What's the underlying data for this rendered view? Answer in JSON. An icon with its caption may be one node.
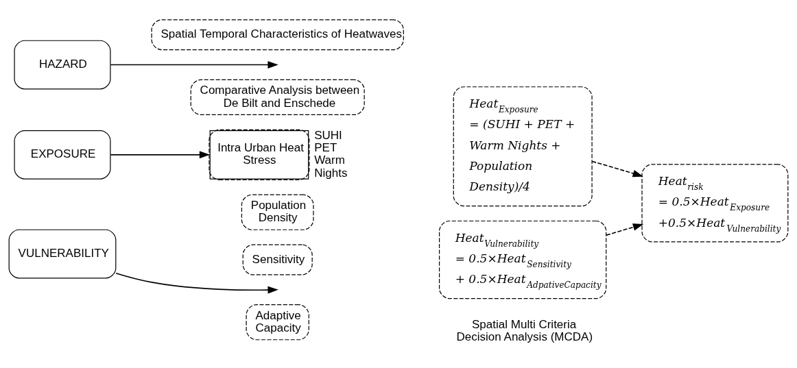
{
  "diagram": {
    "nodes": [
      {
        "text": [
          "HAZARD"
        ]
      },
      {
        "text": [
          "Spatial Temporal Characteristics of Heatwaves"
        ]
      },
      {
        "text": [
          "Comparative Analysis between De Bilt and Enschede"
        ]
      },
      {
        "text": [
          "EXPOSURE"
        ]
      },
      {
        "text": [
          "Intra Urban Heat Stress"
        ],
        "beside": [
          "SUHI PET Warm Nights"
        ]
      },
      {
        "text": [
          "Population Density"
        ]
      },
      {
        "text": [
          "VULNERABILITY"
        ]
      },
      {
        "text": [
          "Sensitivity"
        ]
      },
      {
        "text": [
          "Adaptive Capacity"
        ]
      },
      {
        "text": [
          "Heat$_{Exposure}$ = (SUHI + PET + Warm Nights + Population Density)/4"
        ]
      },
      {
        "text": [
          "Heat$_{Vulnerability}$ = 0.5×Heat$_{Sensitivity}$ + 0.5×Heat$_{AdpativeCapacity}$"
        ]
      },
      {
        "text": [
          "Heat$_{risk}$ = 0.5×Heat$_{Exposure}$ +0.5×Heat$_{Vulnerability}$"
        ]
      }
    ],
    "edges": [
      {
        "from": 0,
        "to": null,
        "arrow": "to"
      },
      {
        "from": 3,
        "to": 4,
        "arrow": "to"
      },
      {
        "from": 6,
        "to": null,
        "arrow": "to"
      },
      {
        "from": 9,
        "to": 11,
        "arrow": "to",
        "style": "dashed"
      },
      {
        "from": 10,
        "to": 11,
        "arrow": "to",
        "style": "dashed"
      }
    ],
    "labels": [
      "Spatial Multi Criteria Decision Analysis (MCDA)"
    ]
  }
}
